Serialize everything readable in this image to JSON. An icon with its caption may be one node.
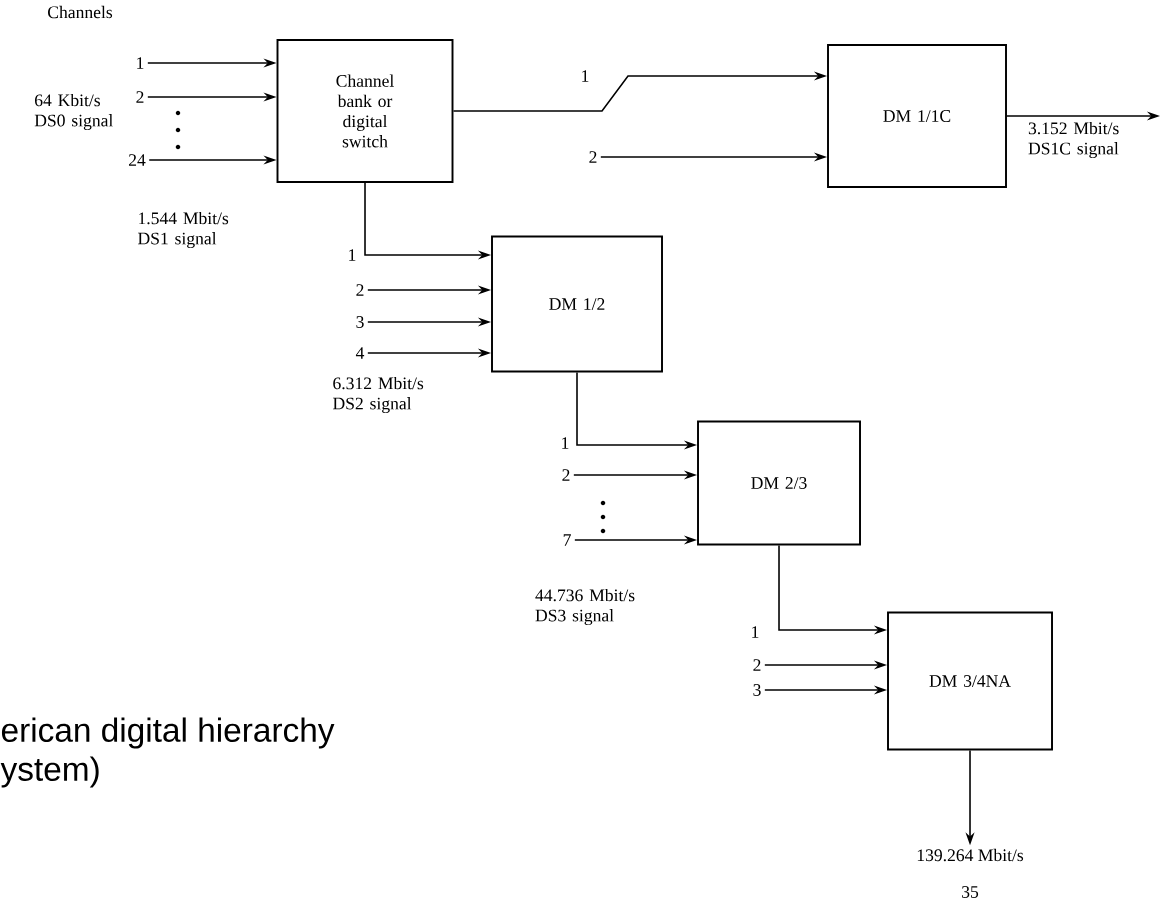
{
  "diagram": {
    "nodes": [
      {
        "text": [
          "1"
        ]
      },
      {
        "text": [
          "2"
        ]
      },
      {
        "text": [
          "24"
        ]
      },
      {
        "text": [
          "Channel bank or digital switch"
        ]
      },
      {
        "text": [
          "2"
        ]
      },
      {
        "text": [
          "DM 1/1C"
        ]
      },
      {
        "text": [
          "2"
        ]
      },
      {
        "text": [
          "3"
        ]
      },
      {
        "text": [
          "4"
        ]
      },
      {
        "text": [
          "DM 1/2"
        ]
      },
      {
        "text": [
          "2"
        ]
      },
      {
        "text": [
          "7"
        ]
      },
      {
        "text": [
          "DM 2/3"
        ]
      },
      {
        "text": [
          "2"
        ]
      },
      {
        "text": [
          "3"
        ]
      },
      {
        "text": [
          "DM 3/4NA"
        ]
      },
      {
        "text": [
          "139.264 Mbit/s"
        ]
      }
    ],
    "edges": [
      {
        "from": 0,
        "to": 3,
        "arrow": "to"
      },
      {
        "from": 1,
        "to": 3,
        "arrow": "to"
      },
      {
        "from": 2,
        "to": 3,
        "arrow": "to"
      },
      {
        "from": 3,
        "to": 5,
        "arrow": "to",
        "label": "1"
      },
      {
        "from": 4,
        "to": 5,
        "arrow": "to"
      },
      {
        "from": 5,
        "to": null,
        "arrow": "to"
      },
      {
        "from": 3,
        "to": 9,
        "arrow": "to",
        "label": "1"
      },
      {
        "from": 6,
        "to": 9,
        "arrow": "to"
      },
      {
        "from": 7,
        "to": 9,
        "arrow": "to"
      },
      {
        "from": 8,
        "to": 9,
        "arrow": "to"
      },
      {
        "from": 9,
        "to": 12,
        "arrow": "to",
        "label": "1"
      },
      {
        "from": 10,
        "to": 12,
        "arrow": "to"
      },
      {
        "from": 11,
        "to": 12,
        "arrow": "to"
      },
      {
        "from": 12,
        "to": 15,
        "arrow": "to",
        "label": "1"
      },
      {
        "from": 13,
        "to": 15,
        "arrow": "to"
      },
      {
        "from": 14,
        "to": 15,
        "arrow": "to"
      },
      {
        "from": 15,
        "to": 16,
        "arrow": "to"
      }
    ],
    "labels": [
      "Channels",
      "64 Kbit/s DS0 signal",
      "1.544 Mbit/s DS1 signal",
      "3.152 Mbit/s DS1C signal",
      "6.312 Mbit/s DS2 signal",
      "44.736 Mbit/s DS3 signal",
      "erican digital hierarchy",
      "ystem)",
      "35"
    ]
  }
}
